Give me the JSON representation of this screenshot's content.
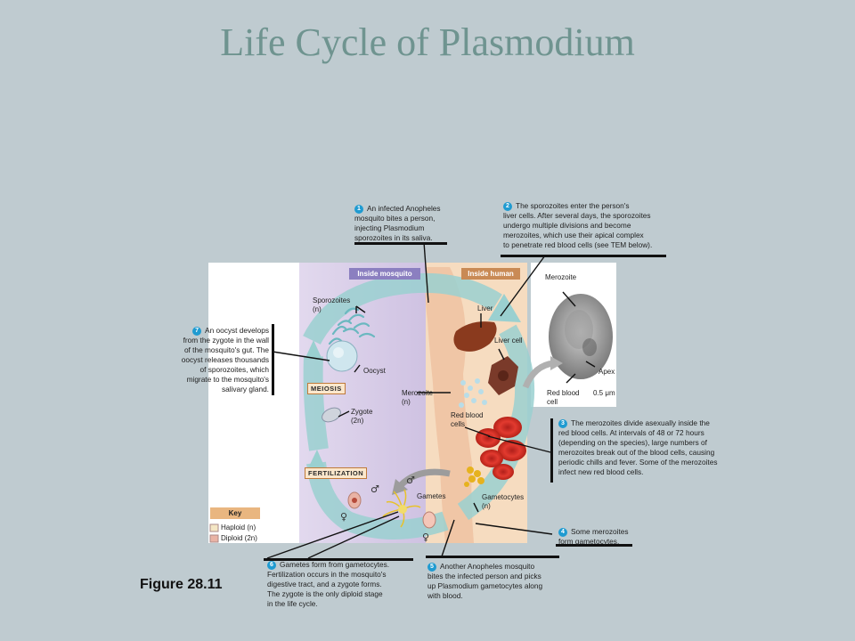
{
  "title": "Life Cycle of Plasmodium",
  "figure_label": "Figure 28.11",
  "regions": {
    "inside_mosquito": "Inside mosquito",
    "inside_human": "Inside human"
  },
  "steps": [
    {
      "num": "1",
      "text_lines": [
        "An infected Anopheles",
        "mosquito bites a person,",
        "injecting Plasmodium",
        "sporozoites in its saliva."
      ]
    },
    {
      "num": "2",
      "text_lines": [
        "The sporozoites enter the person's",
        "liver cells. After several days, the sporozoites",
        "undergo multiple divisions and become",
        "merozoites, which use their apical complex",
        "to penetrate red blood cells (see TEM below)."
      ]
    },
    {
      "num": "3",
      "text_lines": [
        "The merozoites divide asexually inside the",
        "red blood cells. At intervals of 48 or 72 hours",
        "(depending on the species), large numbers of",
        "merozoites break out of the blood cells, causing",
        "periodic chills and fever. Some of the merozoites",
        "infect new red blood cells."
      ]
    },
    {
      "num": "4",
      "text_lines": [
        "Some merozoites",
        "form gametocytes."
      ]
    },
    {
      "num": "5",
      "text_lines": [
        "Another Anopheles mosquito",
        "bites the infected person and picks",
        "up Plasmodium gametocytes along",
        "with blood."
      ]
    },
    {
      "num": "6",
      "text_lines": [
        "Gametes form from gametocytes.",
        "Fertilization occurs in the mosquito's",
        "digestive tract, and a zygote forms.",
        "The zygote is the only diploid stage",
        "in the life cycle."
      ]
    },
    {
      "num": "7",
      "text_lines": [
        "An oocyst develops",
        "from the zygote in the wall",
        "of the mosquito's gut. The",
        "oocyst releases thousands",
        "of sporozoites, which",
        "migrate to the mosquito's",
        "salivary gland."
      ]
    }
  ],
  "labels": {
    "sporozoites": "Sporozoites",
    "sporozoites_ploidy": "(n)",
    "oocyst": "Oocyst",
    "meiosis": "MEIOSIS",
    "zygote": "Zygote",
    "zygote_ploidy": "(2n)",
    "fertilization": "FERTILIZATION",
    "gametes": "Gametes",
    "gametocytes": "Gametocytes",
    "gametocytes_ploidy": "(n)",
    "liver": "Liver",
    "liver_cell": "Liver cell",
    "merozoite": "Merozoite",
    "merozoite_ploidy": "(n)",
    "red_blood_cells": "Red blood cells",
    "tem_merozoite": "Merozoite",
    "tem_apex": "Apex",
    "tem_rbc": "Red blood cell",
    "tem_scale": "0.5 μm"
  },
  "key": {
    "title": "Key",
    "haploid": "Haploid (n)",
    "diploid": "Diploid (2n)"
  },
  "colors": {
    "background": "#bfcbd0",
    "title": "#6f9490",
    "step_number": "#1f9bd1",
    "mosquito_region": "#d9cfe8",
    "human_region": "#f6dcc0",
    "cycle_arrow": "#7fc6c9",
    "banner_mosquito": "#8b7fc0",
    "banner_human": "#c98a55",
    "haploid": "#f4e6c4",
    "diploid": "#e9b3a5",
    "red_blood_cell": "#d9322a",
    "liver": "#8a3a1e"
  }
}
